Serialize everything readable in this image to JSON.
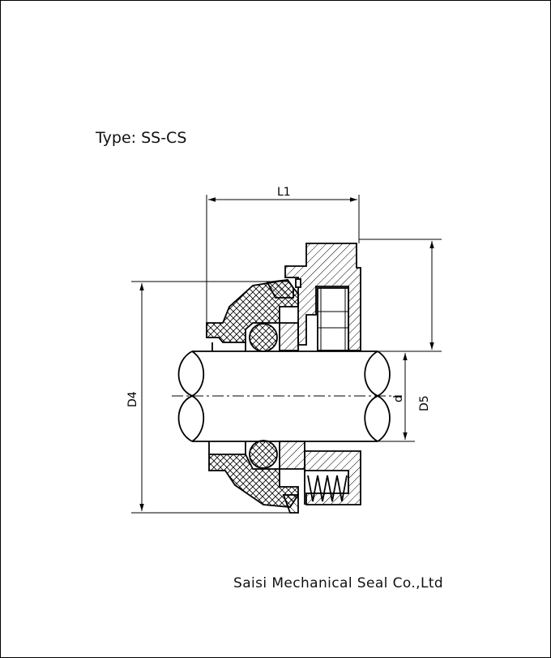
{
  "title": "Type: SS-CS",
  "company": "Saisi Mechanical Seal Co.,Ltd",
  "dimensions": {
    "l1": "L1",
    "d4": "D4",
    "d": "d",
    "d5": "D5"
  },
  "colors": {
    "line": "#000000",
    "background": "#ffffff"
  }
}
